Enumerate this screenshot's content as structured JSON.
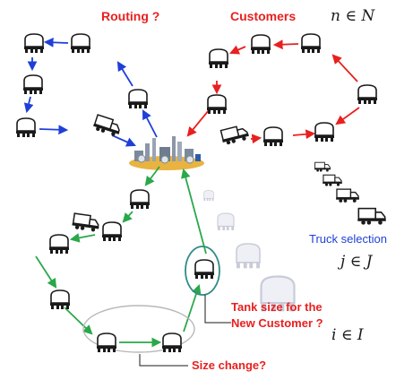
{
  "labels": {
    "routing": "Routing ?",
    "customers": "Customers",
    "customers_math": "n ∈ N",
    "truck_selection": "Truck selection",
    "truck_math": "j ∈ J",
    "tank_size_line1": "Tank size for the",
    "tank_size_line2": "New Customer ?",
    "tank_math": "i ∈ I",
    "size_change": "Size change?"
  },
  "colors": {
    "label_red": "#e8201f",
    "label_blue": "#1f3fd8",
    "route_blue": "#1f3fd8",
    "route_red": "#e8201f",
    "route_green": "#2aa84a",
    "highlight_teal": "#2f8a86",
    "ellipse_gray": "#b8b8b8",
    "tank_dark": "#1a1a1a",
    "tank_light": "#c9cbd8"
  },
  "icons": {
    "refinery": "refinery-icon",
    "tank": "storage-tank-icon",
    "truck": "delivery-truck-icon"
  }
}
